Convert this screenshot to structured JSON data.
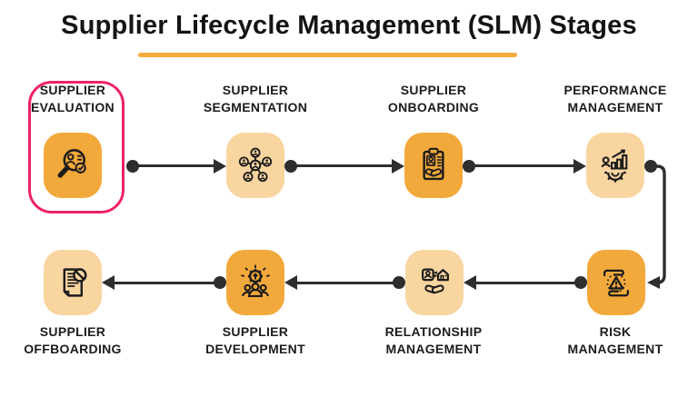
{
  "title": "Supplier Lifecycle Management (SLM) Stages",
  "colors": {
    "accent_orange": "#F2A93B",
    "light_orange": "#F9D5A0",
    "highlight_pink": "#EF2262",
    "arrow_dark": "#2E2E2E",
    "text_dark": "#1C1C1C",
    "underline_orange": "#F5AC3D"
  },
  "stages": [
    {
      "label_line1": "SUPPLIER",
      "label_line2": "EVALUATION",
      "icon": "magnifier-person-check-icon",
      "box_tone": "orange",
      "highlighted": true
    },
    {
      "label_line1": "SUPPLIER",
      "label_line2": "SEGMENTATION",
      "icon": "network-people-icon",
      "box_tone": "light",
      "highlighted": false
    },
    {
      "label_line1": "SUPPLIER",
      "label_line2": "ONBOARDING",
      "icon": "clipboard-handshake-icon",
      "box_tone": "orange",
      "highlighted": false
    },
    {
      "label_line1": "PERFORMANCE",
      "label_line2": "MANAGEMENT",
      "icon": "chart-gear-icon",
      "box_tone": "light",
      "highlighted": false
    },
    {
      "label_line1": "RISK",
      "label_line2": "MANAGEMENT",
      "icon": "hands-warning-icon",
      "box_tone": "orange",
      "highlighted": false
    },
    {
      "label_line1": "RELATIONSHIP",
      "label_line2": "MANAGEMENT",
      "icon": "partner-exchange-handshake-icon",
      "box_tone": "light",
      "highlighted": false
    },
    {
      "label_line1": "SUPPLIER",
      "label_line2": "DEVELOPMENT",
      "icon": "gear-growth-team-icon",
      "box_tone": "orange",
      "highlighted": false
    },
    {
      "label_line1": "SUPPLIER",
      "label_line2": "OFFBOARDING",
      "icon": "document-ban-icon",
      "box_tone": "light",
      "highlighted": false
    }
  ]
}
